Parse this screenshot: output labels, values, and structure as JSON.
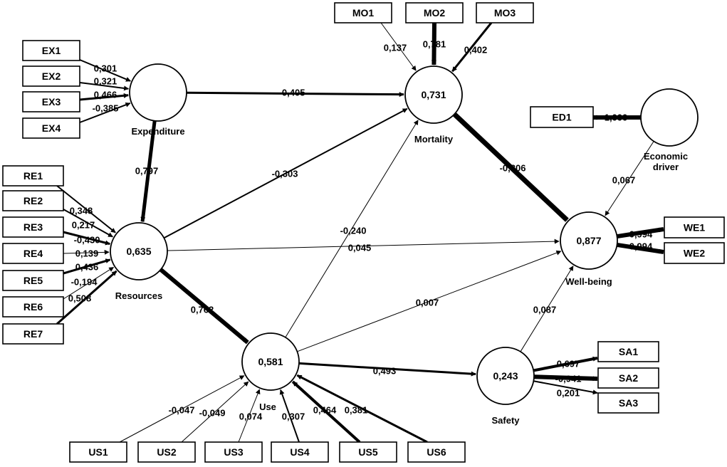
{
  "constructs": {
    "expenditure": {
      "label": "Expenditure",
      "r2": ""
    },
    "mortality": {
      "label": "Mortality",
      "r2": "0,731"
    },
    "resources": {
      "label": "Resources",
      "r2": "0,635"
    },
    "use": {
      "label": "Use",
      "r2": "0,581"
    },
    "economic": {
      "label_lines": [
        "Economic",
        "driver"
      ],
      "r2": ""
    },
    "wellbeing": {
      "label": "Well-being",
      "r2": "0,877"
    },
    "safety": {
      "label": "Safety",
      "r2": "0,243"
    }
  },
  "indicators": {
    "EX1": "EX1",
    "EX2": "EX2",
    "EX3": "EX3",
    "EX4": "EX4",
    "MO1": "MO1",
    "MO2": "MO2",
    "MO3": "MO3",
    "ED1": "ED1",
    "RE1": "RE1",
    "RE2": "RE2",
    "RE3": "RE3",
    "RE4": "RE4",
    "RE5": "RE5",
    "RE6": "RE6",
    "RE7": "RE7",
    "WE1": "WE1",
    "WE2": "WE2",
    "SA1": "SA1",
    "SA2": "SA2",
    "SA3": "SA3",
    "US1": "US1",
    "US2": "US2",
    "US3": "US3",
    "US4": "US4",
    "US5": "US5",
    "US6": "US6"
  },
  "outer_weights": {
    "EX1": "0,301",
    "EX2": "0,321",
    "EX3": "0,466",
    "EX4": "-0,385",
    "MO1": "0,137",
    "MO2": "0,781",
    "MO3": "0,402",
    "ED1": "1,000",
    "RE1": "0,348",
    "RE2": "0,217",
    "RE3": "-0,430",
    "RE4": "0,139",
    "RE5": "0,436",
    "RE6": "-0,194",
    "RE7": "0,508",
    "WE1": "0,994",
    "WE2": "0,994",
    "SA1": "0,697",
    "SA2": "-0,941",
    "SA3": "0,201",
    "US1": "-0,047",
    "US2": "-0,049",
    "US3": "0,074",
    "US4": "0,307",
    "US5": "0,464",
    "US6": "0,381"
  },
  "path_coefficients": {
    "expenditure_mortality": "-0,405",
    "expenditure_resources": "0,797",
    "resources_mortality": "-0,303",
    "resources_wellbeing": "0,045",
    "resources_use": "0,762",
    "use_mortality": "-0,240",
    "use_wellbeing": "0,007",
    "use_safety": "0,493",
    "mortality_wellbeing": "-0,806",
    "economic_wellbeing": "0,067",
    "safety_wellbeing": "0,087"
  }
}
